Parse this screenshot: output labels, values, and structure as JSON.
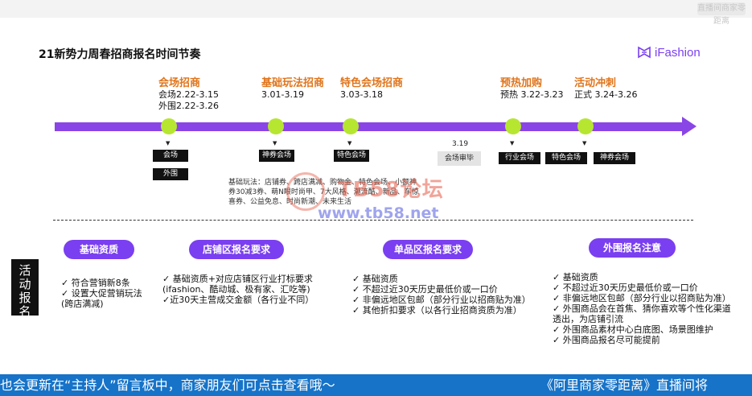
{
  "topbar": {
    "badge": "直播间商家零距离"
  },
  "title": "21新势力周春招商报名时间节奏",
  "logo": {
    "text": "iFashion"
  },
  "phases": [
    {
      "title": "会场招商",
      "lines": [
        "会场2.22-3.15",
        "外围2.22-3.26"
      ]
    },
    {
      "title": "基础玩法招商",
      "lines": [
        "3.01-3.19"
      ]
    },
    {
      "title": "特色会场招商",
      "lines": [
        "3.03-3.18"
      ]
    },
    {
      "title": "预热加购",
      "lines": [
        "预热 3.22-3.23"
      ]
    },
    {
      "title": "活动冲刺",
      "lines": [
        "正式 3.24-3.26"
      ]
    }
  ],
  "timeline_tags": {
    "venue": "会场",
    "outer": "外围",
    "coupon": "神券会场",
    "special": "特色会场",
    "review_date": "3.19",
    "review": "会场审毕",
    "industry": "行业会场",
    "special2": "特色会场",
    "coupon2": "神券会场"
  },
  "note": "基础玩法：店铺券、跨店满减、购物金、特色会场、小额神券30减3券、萌N眼时尚甲、7大风格、潮流酷、新品、车惊喜券、公益免息、时尚新潮、未来生活",
  "watermark": {
    "line1": "TB58论坛",
    "line2": "www.tb58.net"
  },
  "sidebox": "活动报名",
  "sections": [
    {
      "pill": "基础资质",
      "items": [
        "✓ 符合营销新8条",
        "✓ 设置大促营销玩法",
        "   (跨店满减)"
      ]
    },
    {
      "pill": "店铺区报名要求",
      "items": [
        "✓ 基础资质+对应店铺区行业打标要求",
        "   (ifashion、酷动城、极有家、汇吃等)",
        "✓近30天主营成交金额（各行业不同）"
      ]
    },
    {
      "pill": "单品区报名要求",
      "items": [
        "✓ 基础资质",
        "✓ 不超过近30天历史最低价或一口价",
        "✓ 非偏远地区包邮（部分行业以招商贴为准）",
        "✓ 其他折扣要求（以各行业招商资质为准）"
      ]
    },
    {
      "pill": "外围报名注意",
      "items": [
        "✓ 基础资质",
        "✓ 不超过近30天历史最低价或一口价",
        "✓ 非偏远地区包邮（部分行业以招商贴为准）",
        "✓ 外围商品会在首焦、猜你喜欢等个性化渠道",
        "   透出，为店铺引流",
        "✓ 外围商品素材中心白底图、场景图维护",
        "✓ 外围商品报名尽可能提前"
      ]
    }
  ],
  "ticker": {
    "left": "也会更新在“主持人”留言板中，商家朋友们可点击查看哦～",
    "right": "《阿里商家零距离》直播间将"
  }
}
